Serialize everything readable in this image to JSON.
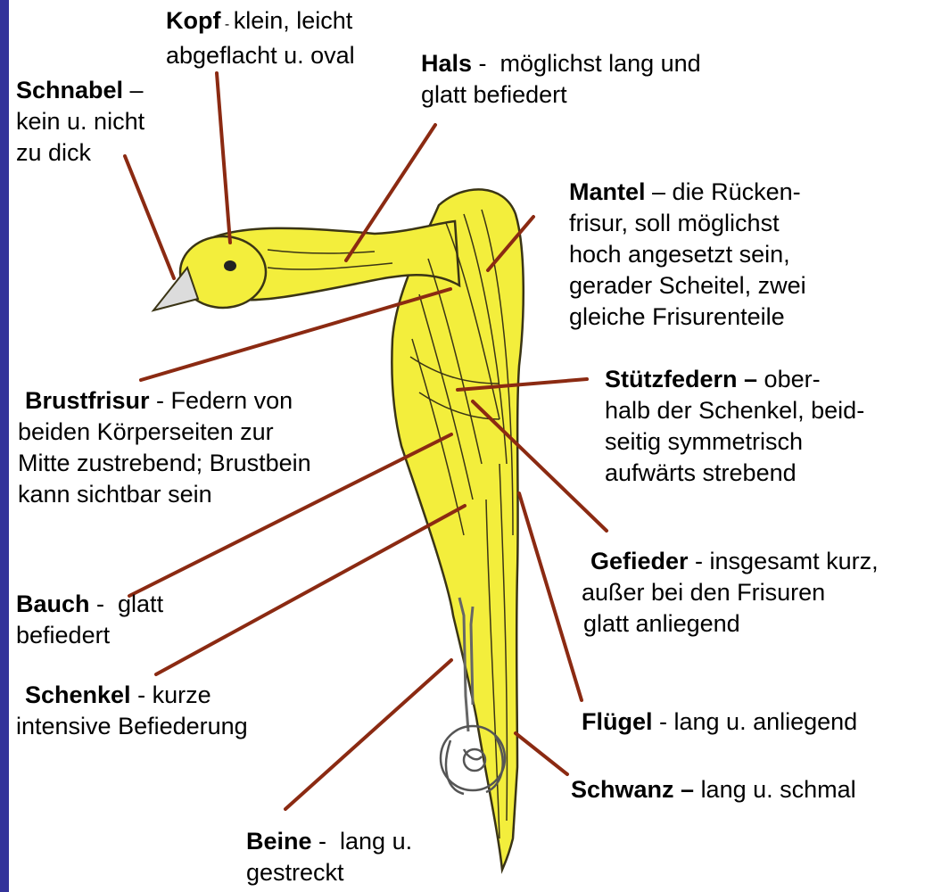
{
  "colors": {
    "side_bar": "#33339a",
    "leader_line": "#8b2a12",
    "bird_fill": "#f3ee3c",
    "bird_stroke": "#3a3415",
    "beak_fill": "#dcdcdc",
    "feet_stroke": "#666666"
  },
  "labels": {
    "kopf": {
      "term": "Kopf",
      "sep": " - ",
      "l1": "klein, leicht",
      "l2": "abgeflacht u. oval"
    },
    "hals": {
      "term": "Hals",
      "sep": " -  ",
      "l1": "möglichst lang und",
      "l2": "glatt befiedert"
    },
    "schnabel": {
      "term": "Schnabel",
      "sep": " –",
      "l1": "kein u. nicht",
      "l2": "zu dick"
    },
    "mantel": {
      "term": "Mantel",
      "sep": " – ",
      "l1": "die Rücken-",
      "l2": "frisur, soll möglichst",
      "l3": "hoch angesetzt sein,",
      "l4": "gerader Scheitel, zwei",
      "l5": "gleiche Frisurenteile"
    },
    "brustfrisur": {
      "term": "Brustfrisur",
      "sep": " - ",
      "l1": "Federn von",
      "l2": "beiden Körperseiten zur",
      "l3": "Mitte zustrebend; Brustbein",
      "l4": "kann sichtbar sein"
    },
    "stuetzfedern": {
      "term": "Stützfedern –",
      "sep": " ",
      "l1": "ober-",
      "l2": "halb der Schenkel, beid-",
      "l3": "seitig symmetrisch",
      "l4": "aufwärts strebend"
    },
    "gefieder": {
      "term": "Gefieder",
      "sep": " - ",
      "l1": "insgesamt kurz,",
      "l2": "außer bei den Frisuren",
      "l3": "glatt anliegend"
    },
    "bauch": {
      "term": "Bauch",
      "sep": " -  ",
      "l1": "glatt",
      "l2": "befiedert"
    },
    "schenkel": {
      "term": "Schenkel",
      "sep": " - ",
      "l1": "kurze",
      "l2": "intensive Befiederung"
    },
    "fluegel": {
      "term": "Flügel",
      "sep": " - ",
      "l1": "lang u. anliegend"
    },
    "schwanz": {
      "term": "Schwanz –",
      "sep": " ",
      "l1": "lang u. schmal"
    },
    "beine": {
      "term": "Beine",
      "sep": " -  ",
      "l1": "lang u.",
      "l2": "gestreckt"
    }
  }
}
